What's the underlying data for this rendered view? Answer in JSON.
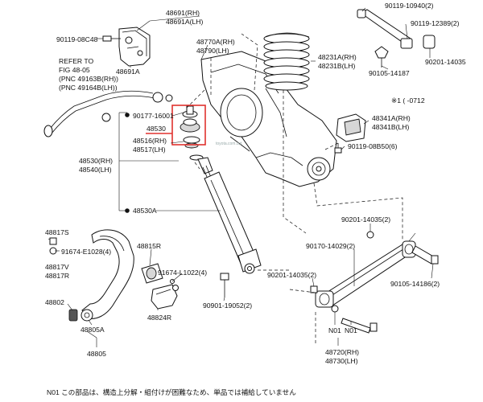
{
  "diagram": {
    "highlight_color": "#e0322e",
    "parts": {
      "p48691": [
        "48691(RH)",
        "48691A(LH)"
      ],
      "p90119_08c48": "90119-08C48",
      "p48691a": "48691A",
      "p48770": [
        "48770A(RH)",
        "48790(LH)"
      ],
      "p48231": [
        "48231A(RH)",
        "48231B(LH)"
      ],
      "p90119_10940": "90119-10940(2)",
      "p90119_12389": "90119-12389(2)",
      "p90201_14035_top": "90201-14035",
      "p90105_14187": "90105-14187",
      "ref_fig": [
        "REFER TO",
        "FIG 48-05",
        "(PNC 49163B(RH))",
        "(PNC 49164B(LH))"
      ],
      "note_right": "※1 (      -0712",
      "p90177_16001": "90177-16001",
      "p48530_hl": "48530",
      "p48516": [
        "48516(RH)",
        "48517(LH)"
      ],
      "p48341": [
        "48341A(RH)",
        "48341B(LH)"
      ],
      "p90119_08b50": "90119-08B50(6)",
      "p48530_48540": [
        "48530(RH)",
        "48540(LH)"
      ],
      "p48530a": "48530A",
      "p48817s": "48817S",
      "p91674_e1028": "91674-E1028(4)",
      "p48817v": [
        "48817V",
        "48817R"
      ],
      "p48815r": "48815R",
      "p91674_l1022": "91674-L1022(4)",
      "p48802": "48802",
      "p48824r": "48824R",
      "p48805a": "48805A",
      "p48805": "48805",
      "p90201_14035_2a": "90201-14035(2)",
      "p90170_14029": "90170-14029(2)",
      "p90201_14035_2b": "90201-14035(2)",
      "p90105_14186": "90105-14186(2)",
      "p90901_19052": "90901-19052(2)",
      "n01_a": "N01",
      "n01_b": "N01",
      "p48720": [
        "48720(RH)",
        "48730(LH)"
      ],
      "watermark": "toyota.com.cut"
    },
    "footnote": "N01  この部品は、構造上分解・組付けが困難なため、単品では補給していません"
  }
}
